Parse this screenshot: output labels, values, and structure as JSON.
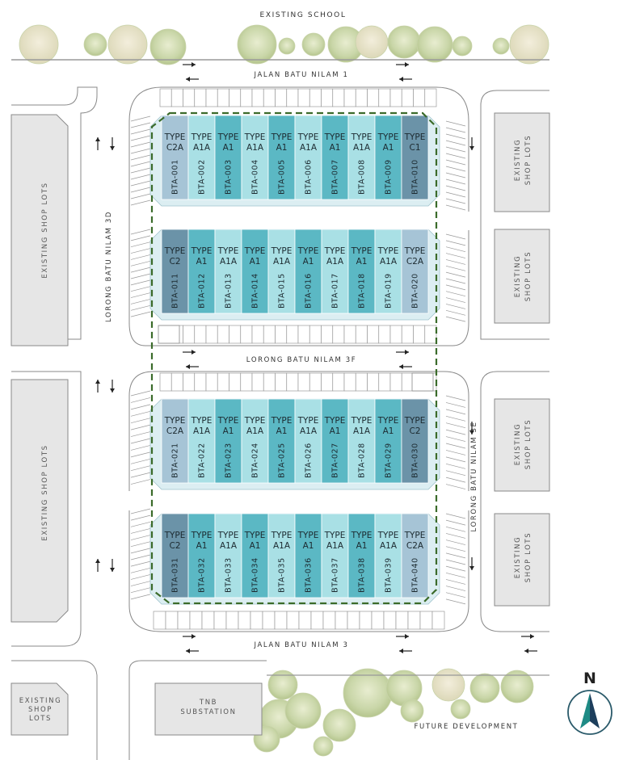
{
  "labels": {
    "top": "EXISTING SCHOOL",
    "road_top": "JALAN BATU NILAM 1",
    "road_mid": "LORONG BATU NILAM 3F",
    "road_bottom": "JALAN BATU NILAM 3",
    "road_left": "LORONG BATU NILAM 3D",
    "road_right": "LORONG BATU NILAM 3E",
    "shop_lots_left": "EXISTING SHOP LOTS",
    "shop_lots_right_1": "EXISTING",
    "shop_lots_right_2": "SHOP LOTS",
    "bottom_left_1": "EXISTING",
    "bottom_left_2": "SHOP",
    "bottom_left_3": "LOTS",
    "substation_1": "TNB",
    "substation_2": "SUBSTATION",
    "future": "FUTURE DEVELOPMENT",
    "north": "N"
  },
  "type_prefix": "TYPE",
  "colors": {
    "C": "#6b93a8",
    "C2A": "#a6c4d6",
    "A1": "#5bb8c4",
    "A1A": "#a9e0e5",
    "boundary": "#3b6b2a",
    "road_line": "#888888",
    "north_teal": "#1e8b85",
    "north_navy": "#1d3e5c"
  },
  "blocks": [
    {
      "units": [
        {
          "type": "C2A",
          "code": "BTA-001"
        },
        {
          "type": "A1A",
          "code": "BTA-002"
        },
        {
          "type": "A1",
          "code": "BTA-003"
        },
        {
          "type": "A1A",
          "code": "BTA-004"
        },
        {
          "type": "A1",
          "code": "BTA-005"
        },
        {
          "type": "A1A",
          "code": "BTA-006"
        },
        {
          "type": "A1",
          "code": "BTA-007"
        },
        {
          "type": "A1A",
          "code": "BTA-008"
        },
        {
          "type": "A1",
          "code": "BTA-009"
        },
        {
          "type": "C1",
          "code": "BTA-010"
        }
      ]
    },
    {
      "units": [
        {
          "type": "C2",
          "code": "BTA-011"
        },
        {
          "type": "A1",
          "code": "BTA-012"
        },
        {
          "type": "A1A",
          "code": "BTA-013"
        },
        {
          "type": "A1",
          "code": "BTA-014"
        },
        {
          "type": "A1A",
          "code": "BTA-015"
        },
        {
          "type": "A1",
          "code": "BTA-016"
        },
        {
          "type": "A1A",
          "code": "BTA-017"
        },
        {
          "type": "A1",
          "code": "BTA-018"
        },
        {
          "type": "A1A",
          "code": "BTA-019"
        },
        {
          "type": "C2A",
          "code": "BTA-020"
        }
      ]
    },
    {
      "units": [
        {
          "type": "C2A",
          "code": "BTA-021"
        },
        {
          "type": "A1A",
          "code": "BTA-022"
        },
        {
          "type": "A1",
          "code": "BTA-023"
        },
        {
          "type": "A1A",
          "code": "BTA-024"
        },
        {
          "type": "A1",
          "code": "BTA-025"
        },
        {
          "type": "A1A",
          "code": "BTA-026"
        },
        {
          "type": "A1",
          "code": "BTA-027"
        },
        {
          "type": "A1A",
          "code": "BTA-028"
        },
        {
          "type": "A1",
          "code": "BTA-029"
        },
        {
          "type": "C2",
          "code": "BTA-030"
        }
      ]
    },
    {
      "units": [
        {
          "type": "C2",
          "code": "BTA-031"
        },
        {
          "type": "A1",
          "code": "BTA-032"
        },
        {
          "type": "A1A",
          "code": "BTA-033"
        },
        {
          "type": "A1",
          "code": "BTA-034"
        },
        {
          "type": "A1A",
          "code": "BTA-035"
        },
        {
          "type": "A1",
          "code": "BTA-036"
        },
        {
          "type": "A1A",
          "code": "BTA-037"
        },
        {
          "type": "A1",
          "code": "BTA-038"
        },
        {
          "type": "A1A",
          "code": "BTA-039"
        },
        {
          "type": "C2A",
          "code": "BTA-040"
        }
      ]
    }
  ]
}
